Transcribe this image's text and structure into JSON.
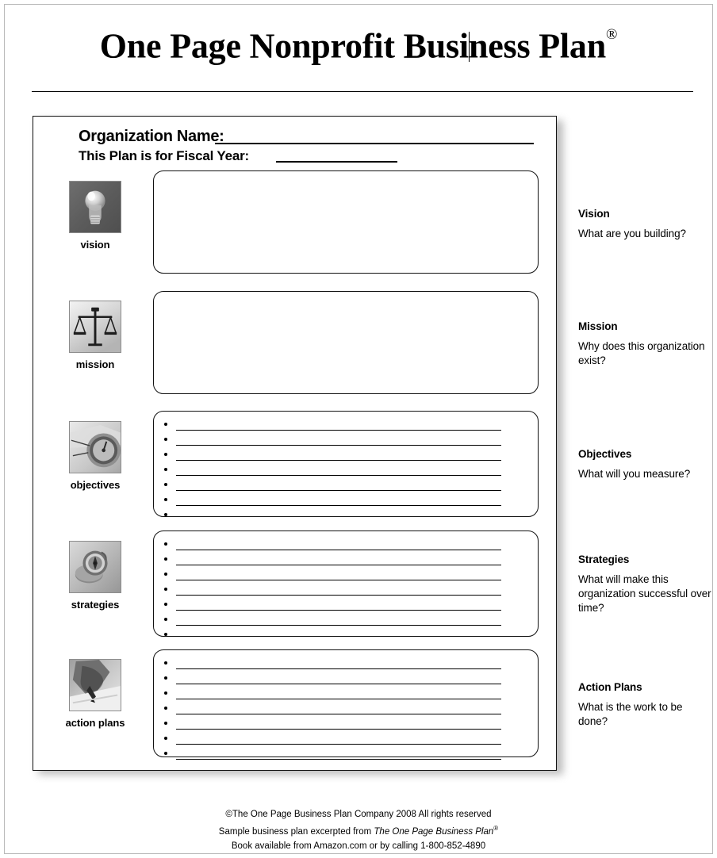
{
  "document": {
    "title": "One Page Nonprofit Business Plan",
    "title_mark": "®"
  },
  "header": {
    "organization_label": "Organization Name:",
    "fiscal_year_label": "This Plan is for Fiscal Year:",
    "organization_value": "",
    "fiscal_year_value": ""
  },
  "sections": [
    {
      "key": "vision",
      "icon_name": "lightbulb-icon",
      "icon_label": "vision",
      "box_type": "blank",
      "bullets": 0,
      "note_title": "Vision",
      "note_body": "What are you building?",
      "value": ""
    },
    {
      "key": "mission",
      "icon_name": "balance-scale-icon",
      "icon_label": "mission",
      "box_type": "blank",
      "bullets": 0,
      "note_title": "Mission",
      "note_body": "Why does this organization exist?",
      "value": ""
    },
    {
      "key": "objectives",
      "icon_name": "gauge-dial-icon",
      "icon_label": "objectives",
      "box_type": "bulleted",
      "bullets": 7,
      "note_title": "Objectives",
      "note_body": "What will you measure?",
      "value": ""
    },
    {
      "key": "strategies",
      "icon_name": "compass-icon",
      "icon_label": "strategies",
      "box_type": "bulleted",
      "bullets": 7,
      "note_title": "Strategies",
      "note_body": "What will make this organization successful over time?",
      "value": ""
    },
    {
      "key": "action-plans",
      "icon_name": "writing-hand-icon",
      "icon_label": "action plans",
      "box_type": "bulleted",
      "bullets": 7,
      "note_title": "Action Plans",
      "note_body": "What is the work to be done?",
      "value": ""
    }
  ],
  "footer": {
    "line1": "©The One Page Business Plan Company 2008 All rights reserved",
    "line2_prefix": "Sample business plan excerpted from ",
    "line2_italic": "The One Page Business Plan",
    "line2_mark": "®",
    "line3": "Book available from Amazon.com or by calling 1-800-852-4890"
  },
  "colors": {
    "ink": "#000000",
    "border": "#111111",
    "page_frame": "#b9b9b9"
  }
}
